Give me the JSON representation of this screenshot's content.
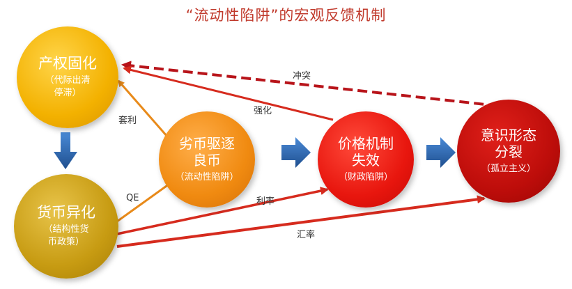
{
  "title": "“流动性陷阱”的宏观反馈机制",
  "nodes": {
    "property_rights": {
      "main": "产权固化",
      "sub_line1": "（代际出清",
      "sub_line2": "停滞）",
      "color": "#f3b100"
    },
    "currency_alienation": {
      "main": "货币异化",
      "sub_line1": "（结构性货",
      "sub_line2": "币政策）",
      "color": "#c79b12"
    },
    "bad_money": {
      "main_line1": "劣币驱逐",
      "main_line2": "良币",
      "sub": "（流动性陷阱）",
      "color": "#f08a10"
    },
    "price_failure": {
      "main_line1": "价格机制",
      "main_line2": "失效",
      "sub": "（财政陷阱）",
      "color": "#e8160e"
    },
    "ideology_split": {
      "main_line1": "意识形态",
      "main_line2": "分裂",
      "sub": "（孤立主义）",
      "color": "#bd0d0a"
    }
  },
  "edge_labels": {
    "conflict": "冲突",
    "strengthen": "强化",
    "arbitrage": "套利",
    "qe": "QE",
    "interest_rate": "利率",
    "exchange_rate": "汇率"
  },
  "colors": {
    "title": "#c0392b",
    "edge_orange": "#e88a1a",
    "edge_red": "#d62b1e",
    "edge_dashed": "#b8141a",
    "block_arrow": "#2f6db5"
  }
}
